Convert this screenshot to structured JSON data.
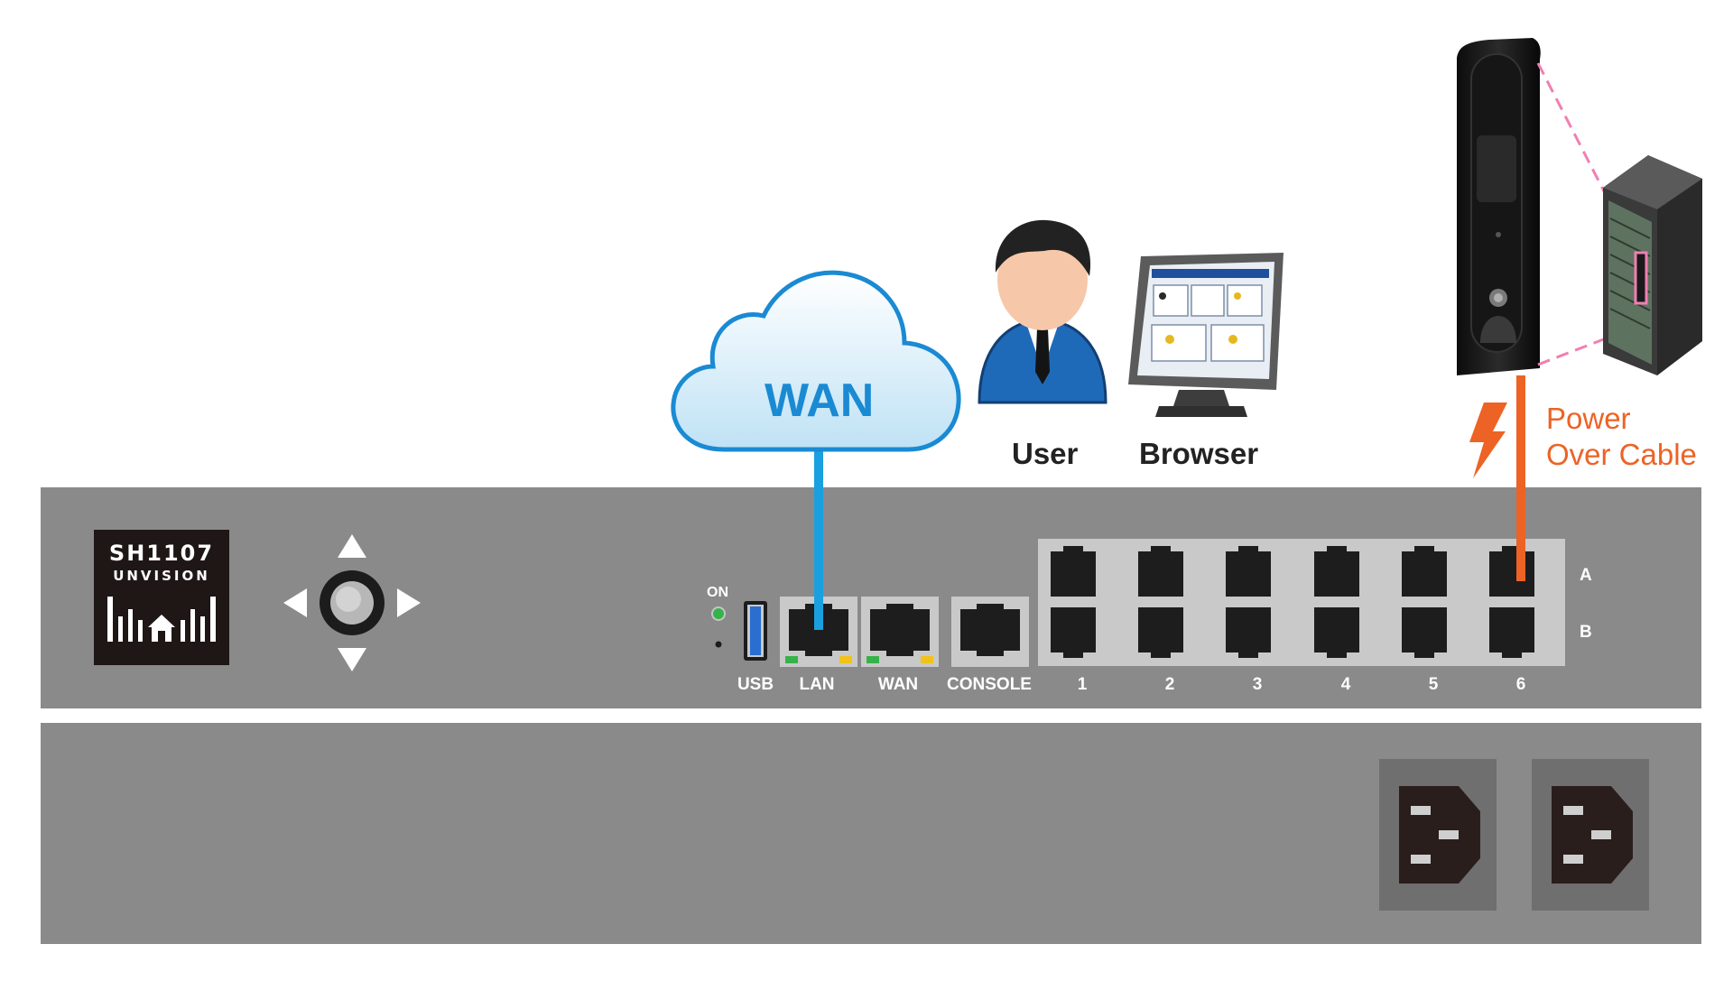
{
  "device": {
    "model": "SH1107",
    "brand": "UNVISION",
    "panel_color": "#8a8a8a",
    "logo_bg": "#1e1716"
  },
  "indicators": {
    "on_label": "ON",
    "on_led_color": "#36b24a"
  },
  "ports": {
    "usb": "USB",
    "lan": "LAN",
    "wan": "WAN",
    "console": "CONSOLE",
    "numbered": [
      "1",
      "2",
      "3",
      "4",
      "5",
      "6"
    ],
    "row_a": "A",
    "row_b": "B"
  },
  "cloud": {
    "label": "WAN",
    "color": "#1a8ad3"
  },
  "user_group": {
    "user_label": "User",
    "browser_label": "Browser"
  },
  "power_cable": {
    "line1": "Power",
    "line2": "Over Cable",
    "color": "#ec6325"
  },
  "links": {
    "lan_link_color": "#1aa0e0",
    "poc_link_color": "#ec6325"
  },
  "icons": [
    "joystick-icon",
    "cloud-icon",
    "user-icon",
    "monitor-icon",
    "lightning-icon",
    "door-lock-icon",
    "server-rack-icon",
    "power-inlet-icon"
  ]
}
